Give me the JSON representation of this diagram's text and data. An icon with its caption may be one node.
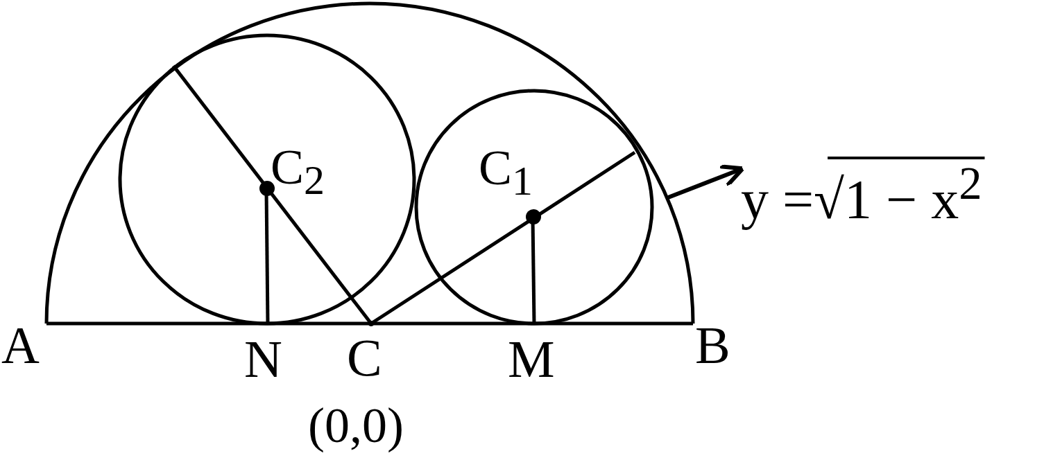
{
  "diagram": {
    "nodes": [
      {
        "text": [],
        "shape": "semicircle"
      },
      {
        "text": [
          "y =√1 − x$^{2}$"
        ]
      }
    ],
    "edges": [
      {
        "from": 0,
        "to": 1,
        "arrow": "to"
      }
    ],
    "labels": [
      "C$_{2}$",
      "C$_{1}$",
      "A",
      "N",
      "C",
      "M",
      "B",
      "(0,0)"
    ]
  }
}
